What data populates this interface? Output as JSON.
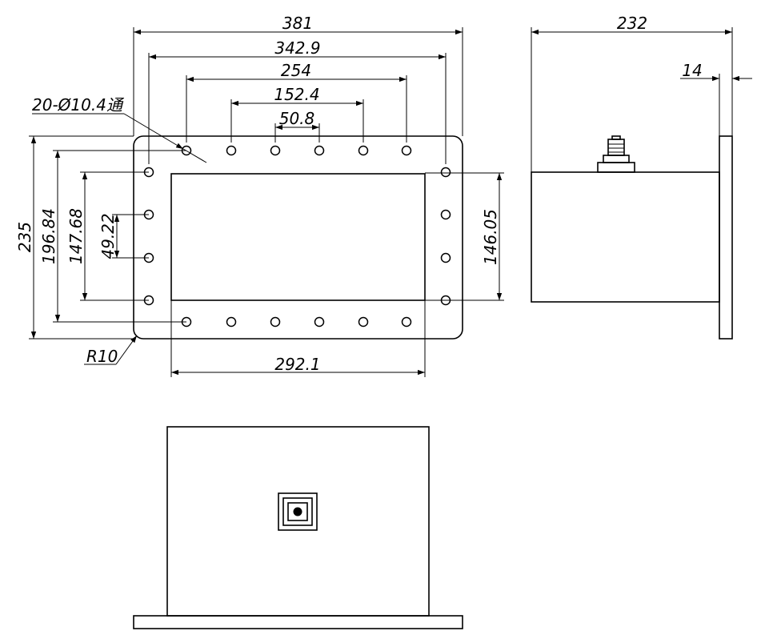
{
  "labels": {
    "dim_381": "381",
    "dim_342_9": "342.9",
    "dim_254": "254",
    "dim_152_4": "152.4",
    "dim_50_8": "50.8",
    "dim_292_1": "292.1",
    "dim_235": "235",
    "dim_196_84": "196.84",
    "dim_147_68": "147.68",
    "dim_49_22": "49.22",
    "dim_146_05": "146.05",
    "dim_232": "232",
    "dim_14": "14",
    "holes_note": "20-Ø10.4通",
    "radius_note": "R10"
  },
  "colors": {
    "line": "#000000",
    "background": "#ffffff"
  }
}
